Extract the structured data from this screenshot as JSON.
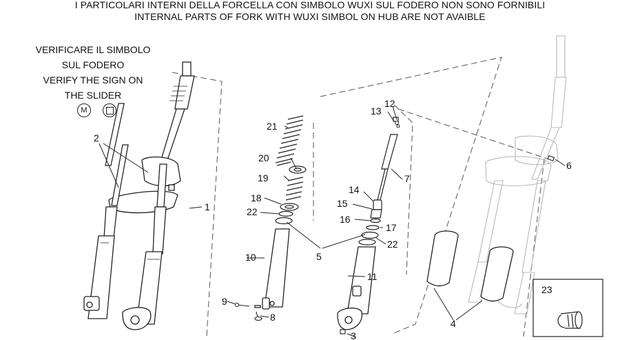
{
  "header": {
    "line1": "I PARTICOLARI INTERNI DELLA FORCELLA CON SIMBOLO WUXI SUL FODERO NON SONO FORNIBILI",
    "line2": "INTERNAL PARTS OF FORK WITH WUXI SIMBOL ON HUB ARE NOT AVAIBLE"
  },
  "note": {
    "line1": "VERIFICARE IL SIMBOLO",
    "line2": "SUL FODERO",
    "line3": "VERIFY THE SIGN ON",
    "line4": "THE SLIDER",
    "symbol_m": "M"
  },
  "callouts": {
    "c1": "1",
    "c2": "2",
    "c3": "3",
    "c4": "4",
    "c5": "5",
    "c6": "6",
    "c7": "7",
    "c8": "8",
    "c9": "9",
    "c10": "10",
    "c11": "11",
    "c12": "12",
    "c13": "13",
    "c14": "14",
    "c15": "15",
    "c16": "16",
    "c17": "17",
    "c18": "18",
    "c19": "19",
    "c20": "20",
    "c21": "21",
    "c22a": "22",
    "c22b": "22",
    "c23": "23"
  }
}
